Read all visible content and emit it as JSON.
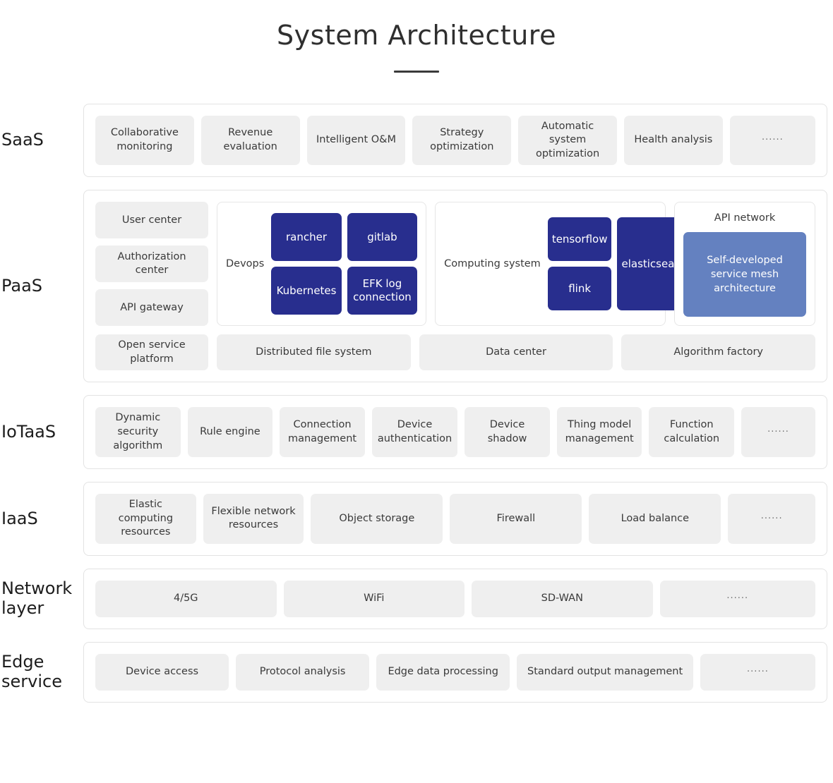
{
  "header": {
    "title": "System Architecture"
  },
  "layers": [
    {
      "id": "saas",
      "label": "SaaS",
      "items": [
        "Collaborative monitoring",
        "Revenue evaluation",
        "Intelligent O&M",
        "Strategy optimization",
        "Automatic system optimization",
        "Health analysis",
        "······"
      ]
    },
    {
      "id": "paas",
      "label": "PaaS",
      "left_column": [
        "User center",
        "Authorization center",
        "API gateway"
      ],
      "devops": {
        "label": "Devops",
        "tiles": [
          "rancher",
          "gitlab",
          "Kubernetes",
          "EFK log connection"
        ]
      },
      "computing": {
        "label": "Computing system",
        "tiles": [
          "tensorflow",
          "flink"
        ],
        "tall_tile": "elasticsearch"
      },
      "api_network": {
        "label": "API network",
        "tile": "Self-developed service mesh architecture"
      },
      "bottom_items": [
        "Open service platform",
        "Distributed file system",
        "Data center",
        "Algorithm factory"
      ]
    },
    {
      "id": "iotaas",
      "label": "IoTaaS",
      "items": [
        "Dynamic security algorithm",
        "Rule engine",
        "Connection management",
        "Device authentication",
        "Device shadow",
        "Thing model management",
        "Function calculation",
        "······"
      ]
    },
    {
      "id": "iaas",
      "label": "IaaS",
      "items": [
        "Elastic computing resources",
        "Flexible network resources",
        "Object storage",
        "Firewall",
        "Load balance",
        "······"
      ]
    },
    {
      "id": "network",
      "label": "Network\nlayer",
      "items": [
        "4/5G",
        "WiFi",
        "SD-WAN",
        "······"
      ]
    },
    {
      "id": "edge",
      "label": "Edge\nservice",
      "items": [
        "Device access",
        "Protocol analysis",
        "Edge data processing",
        "Standard output management",
        "······"
      ]
    }
  ],
  "colors": {
    "tile_navy": "#282e8e",
    "tile_slate": "#6481c0",
    "chip_grey": "#efefef",
    "border_grey": "#e3e3e3",
    "text_dark": "#2b2b2b"
  }
}
